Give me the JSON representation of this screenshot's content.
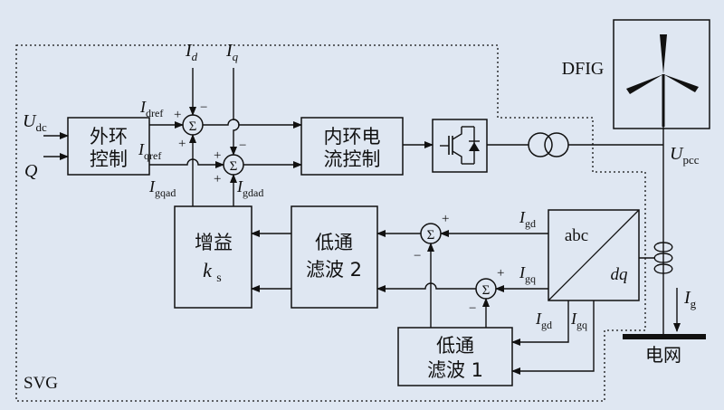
{
  "labels": {
    "udc": "U",
    "udc_sub": "dc",
    "q": "Q",
    "id": "I",
    "id_sub": "d",
    "iq": "I",
    "iq_sub": "q",
    "idref": "I",
    "idref_sub": "dref",
    "iqref": "I",
    "iqref_sub": "qref",
    "igqad": "I",
    "igqad_sub": "gqad",
    "igdad": "I",
    "igdad_sub": "gdad",
    "igd_a": "I",
    "igd_a_sub": "gd",
    "igq_a": "I",
    "igq_a_sub": "gq",
    "igd_b": "I",
    "igd_b_sub": "gd",
    "igq_b": "I",
    "igq_b_sub": "gq",
    "upcc": "U",
    "upcc_sub": "pcc",
    "ig": "I",
    "ig_sub": "g",
    "dfig": "DFIG",
    "svg": "SVG",
    "grid": "电网",
    "abc": "abc",
    "dq": "dq"
  },
  "blocks": {
    "outer_l1": "外环",
    "outer_l2": "控制",
    "inner_l1": "内环电",
    "inner_l2": "流控制",
    "gain_l1": "增益",
    "gain_k": "k",
    "gain_k_sub": "s",
    "lpf2_l1": "低通",
    "lpf2_l2": "滤波 2",
    "lpf1_l1": "低通",
    "lpf1_l2": "滤波 1"
  },
  "signs": {
    "plus": "+",
    "minus": "−",
    "sigma": "Σ"
  },
  "colors": {
    "background": "#dfe7f2",
    "block_fill": "#dfe7f2",
    "stroke": "#111111"
  }
}
